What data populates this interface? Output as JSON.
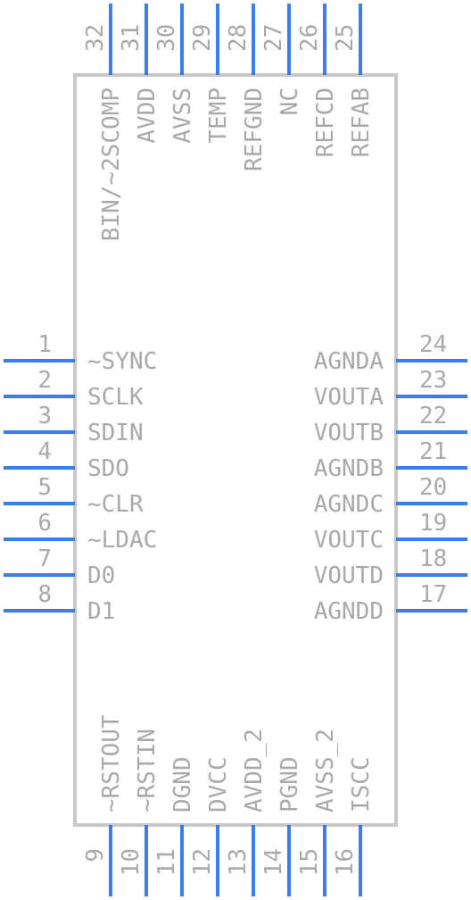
{
  "left_pins": [
    {
      "num": "1",
      "name": "~SYNC"
    },
    {
      "num": "2",
      "name": "SCLK"
    },
    {
      "num": "3",
      "name": "SDIN"
    },
    {
      "num": "4",
      "name": "SDO"
    },
    {
      "num": "5",
      "name": "~CLR"
    },
    {
      "num": "6",
      "name": "~LDAC"
    },
    {
      "num": "7",
      "name": "D0"
    },
    {
      "num": "8",
      "name": "D1"
    }
  ],
  "right_pins": [
    {
      "num": "24",
      "name": "AGNDA"
    },
    {
      "num": "23",
      "name": "VOUTA"
    },
    {
      "num": "22",
      "name": "VOUTB"
    },
    {
      "num": "21",
      "name": "AGNDB"
    },
    {
      "num": "20",
      "name": "AGNDC"
    },
    {
      "num": "19",
      "name": "VOUTC"
    },
    {
      "num": "18",
      "name": "VOUTD"
    },
    {
      "num": "17",
      "name": "AGNDD"
    }
  ],
  "top_pins": [
    {
      "num": "32",
      "name": "BIN/~2SCOMP"
    },
    {
      "num": "31",
      "name": "AVDD"
    },
    {
      "num": "30",
      "name": "AVSS"
    },
    {
      "num": "29",
      "name": "TEMP"
    },
    {
      "num": "28",
      "name": "REFGND"
    },
    {
      "num": "27",
      "name": "NC"
    },
    {
      "num": "26",
      "name": "REFCD"
    },
    {
      "num": "25",
      "name": "REFAB"
    }
  ],
  "bottom_pins": [
    {
      "num": "9",
      "name": "~RSTOUT"
    },
    {
      "num": "10",
      "name": "~RSTIN"
    },
    {
      "num": "11",
      "name": "DGND"
    },
    {
      "num": "12",
      "name": "DVCC"
    },
    {
      "num": "13",
      "name": "AVDD_2"
    },
    {
      "num": "14",
      "name": "PGND"
    },
    {
      "num": "15",
      "name": "AVSS_2"
    },
    {
      "num": "16",
      "name": "ISCC"
    }
  ],
  "colors": {
    "pin": "#3b7fe6",
    "body": "#c8c8c8",
    "text": "#a9a9a9"
  }
}
